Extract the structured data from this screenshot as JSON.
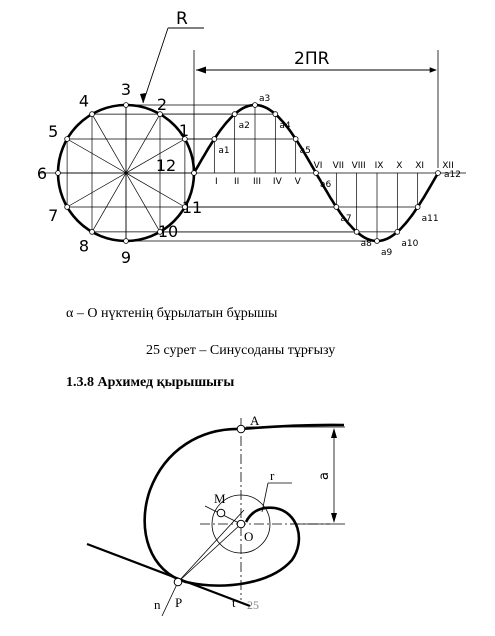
{
  "figure_sine": {
    "labels": {
      "radius": "R",
      "length": "2ПR",
      "circle_points": [
        "1",
        "2",
        "3",
        "4",
        "5",
        "6",
        "7",
        "8",
        "9",
        "10",
        "11",
        "12"
      ],
      "roman_ticks": [
        "I",
        "II",
        "III",
        "IV",
        "V",
        "VI",
        "VII",
        "VIII",
        "IX",
        "X",
        "XI",
        "XII"
      ],
      "curve_points": [
        "a1",
        "a2",
        "a3",
        "a4",
        "a5",
        "a6",
        "a7",
        "a8",
        "a9",
        "a10",
        "a11",
        "a12"
      ]
    }
  },
  "captions": {
    "alpha_note": "α – О нүктенің бұрылатын бұрышы",
    "figure": "25 сурет – Синусоданы тұрғызу",
    "section": "1.3.8 Архимед қырышығы"
  },
  "figure_spiral": {
    "labels": {
      "A": "A",
      "a": "a",
      "M": "M",
      "O": "O",
      "r": "r",
      "n": "n",
      "P": "P",
      "t": "t"
    }
  },
  "page_number": "25"
}
